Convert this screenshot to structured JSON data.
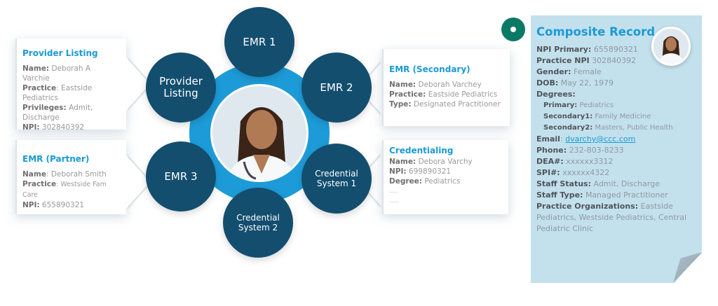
{
  "hub": {
    "nodes": {
      "emr1": "EMR 1",
      "emr2": "EMR 2",
      "emr3": "EMR 3",
      "provider_listing_line1": "Provider",
      "provider_listing_line2": "Listing",
      "cred1_line1": "Credential",
      "cred1_line2": "System 1",
      "cred2_line1": "Credential",
      "cred2_line2": "System 2"
    }
  },
  "cards": {
    "provider_listing": {
      "title": "Provider Listing",
      "rows": [
        {
          "label": "Name:",
          "value": " Deborah A Varchie"
        },
        {
          "label": "Practice",
          "value": ": Eastside Pediatrics"
        },
        {
          "label": "Privileges:",
          "value": " Admit, Discharge"
        },
        {
          "label": "NPI:",
          "value": " 302840392"
        }
      ]
    },
    "emr_partner": {
      "title": "EMR (Partner)",
      "rows": [
        {
          "label": "Name",
          "value": ": Deborah Smith"
        },
        {
          "label": "Practice",
          "value": ": Westside Fam Care"
        },
        {
          "label": "NPI:",
          "value": " 655890321"
        }
      ]
    },
    "emr_secondary": {
      "title": "EMR (Secondary)",
      "rows": [
        {
          "label": "Name:",
          "value": " Deborah Varchey"
        },
        {
          "label": "Practice:",
          "value": " Eastside Pediatrics"
        },
        {
          "label": "Type:",
          "value": " Designated Practitioner"
        }
      ]
    },
    "credentialing": {
      "title": "Credentialing",
      "rows": [
        {
          "label": "Name:",
          "value": " Debora Varchy"
        },
        {
          "label": "NPI:",
          "value": " 699890321"
        },
        {
          "label": "Degree:",
          "value": " Pediatrics"
        },
        {
          "label": "",
          "value": "......"
        },
        {
          "label": "",
          "value": "......"
        }
      ]
    }
  },
  "composite": {
    "title": "Composite Record",
    "npi_primary": {
      "label": "NPI Primary:",
      "value": " 655890321"
    },
    "practice_npi": {
      "label": "Practice NPI",
      "value": " 302840392"
    },
    "gender": {
      "label": "Gender:",
      "value": " Female"
    },
    "dob": {
      "label": "DOB:",
      "value": " May 22, 1979"
    },
    "degrees_label": "Degrees:",
    "primary": {
      "label": "Primary:",
      "value": " Pediatrics"
    },
    "secondary1": {
      "label": "Secondary1:",
      "value": " Family Medicine"
    },
    "secondary2": {
      "label": "Secondary2:",
      "value": " Masters, Public Health"
    },
    "email": {
      "label": "Email",
      "sep": ": ",
      "value": "dvarchy@ccc.com"
    },
    "phone": {
      "label": "Phone:",
      "value": " 232-803-8233"
    },
    "dea": {
      "label": "DEA#:",
      "value": " xxxxxx3312"
    },
    "spi": {
      "label": "SPI#:",
      "value": " xxxxxx4322"
    },
    "staff_status": {
      "label": "Staff Status:",
      "value": " Admit, Discharge"
    },
    "staff_type": {
      "label": "Staff Type:",
      "value": " Managed Practitioner"
    },
    "practice_orgs": {
      "label": "Practice Organizations:",
      "value": " Eastside Pediatrics, Westside Pediatrics, Central Pediatric Clinic"
    }
  },
  "colors": {
    "node": "#134e6f",
    "ring": "#1d9bd8",
    "accent": "#1b9ad6",
    "composite_bg": "#c3e0ed",
    "dot": "#0b7a65"
  }
}
